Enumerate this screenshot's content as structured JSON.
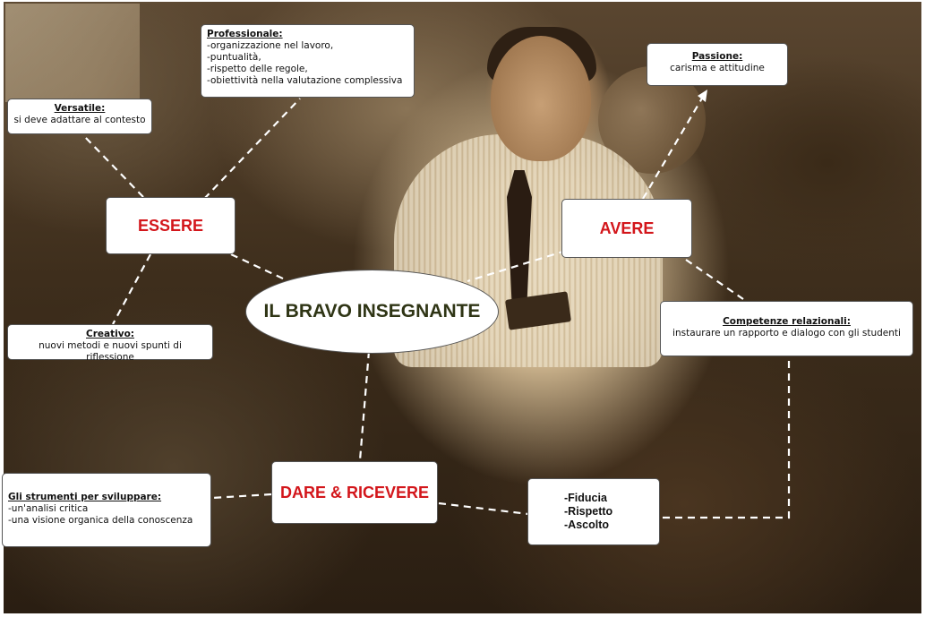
{
  "center": {
    "title": "IL BRAVO INSEGNANTE"
  },
  "nodes": {
    "essere": "ESSERE",
    "avere": "AVERE",
    "dare_ricevere": "DARE & RICEVERE"
  },
  "professionale": {
    "title": "Professionale:",
    "lines": [
      "-organizzazione nel lavoro,",
      "-puntualità,",
      "-rispetto delle regole,",
      "-obiettività nella valutazione complessiva"
    ]
  },
  "versatile": {
    "title": "Versatile:",
    "text": "si deve adattare al contesto"
  },
  "creativo": {
    "title": "Creativo:",
    "text": "nuovi metodi e nuovi spunti di riflessione"
  },
  "passione": {
    "title": "Passione:",
    "text": "carisma e attitudine"
  },
  "competenze": {
    "title": "Competenze relazionali:",
    "text": "instaurare un rapporto e dialogo con gli studenti"
  },
  "strumenti": {
    "title": "Gli strumenti per sviluppare:",
    "lines": [
      "-un'analisi critica",
      "-una visione organica della conoscenza"
    ]
  },
  "valori": {
    "lines": [
      "-Fiducia",
      "-Rispetto",
      "-Ascolto"
    ]
  },
  "colors": {
    "accent_red": "#d3161b",
    "center_text": "#2f3515",
    "photo_tone": "sepia"
  },
  "background": {
    "icon": "classroom-photo"
  }
}
